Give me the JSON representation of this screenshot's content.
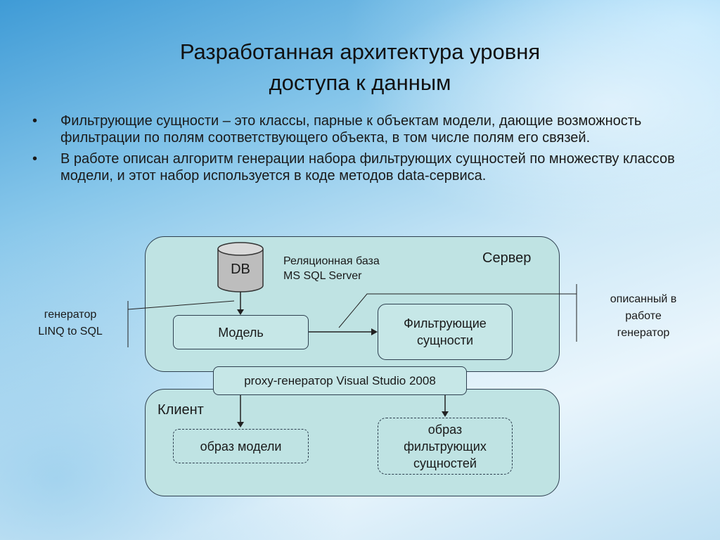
{
  "title": {
    "line1": "Разработанная архитектура уровня",
    "line2": "доступа к данным"
  },
  "bullets": [
    "Фильтрующие сущности – это классы, парные к объектам модели, дающие возможность фильтрации по полям соответствующего объекта, в том числе полям его связей.",
    "В работе описан алгоритм генерации набора фильтрующих сущностей по множеству классов модели, и этот набор используется в коде методов data-сервиса."
  ],
  "diagram": {
    "server_label": "Сервер",
    "client_label": "Клиент",
    "db_label": "DB",
    "db_caption": {
      "line1": "Реляционная база",
      "line2": "MS SQL Server"
    },
    "model_box": "Модель",
    "filters_box": {
      "line1": "Фильтрующие",
      "line2": "сущности"
    },
    "proxy_box": "proxy-генератор Visual Studio 2008",
    "model_image_box": "образ модели",
    "filters_image_box": {
      "line1": "образ",
      "line2": "фильтрующих",
      "line3": "сущностей"
    },
    "left_annotation": {
      "line1": "генератор",
      "line2": "LINQ to SQL"
    },
    "right_annotation": {
      "line1": "описанный в",
      "line2": "работе",
      "line3": "генератор"
    }
  }
}
